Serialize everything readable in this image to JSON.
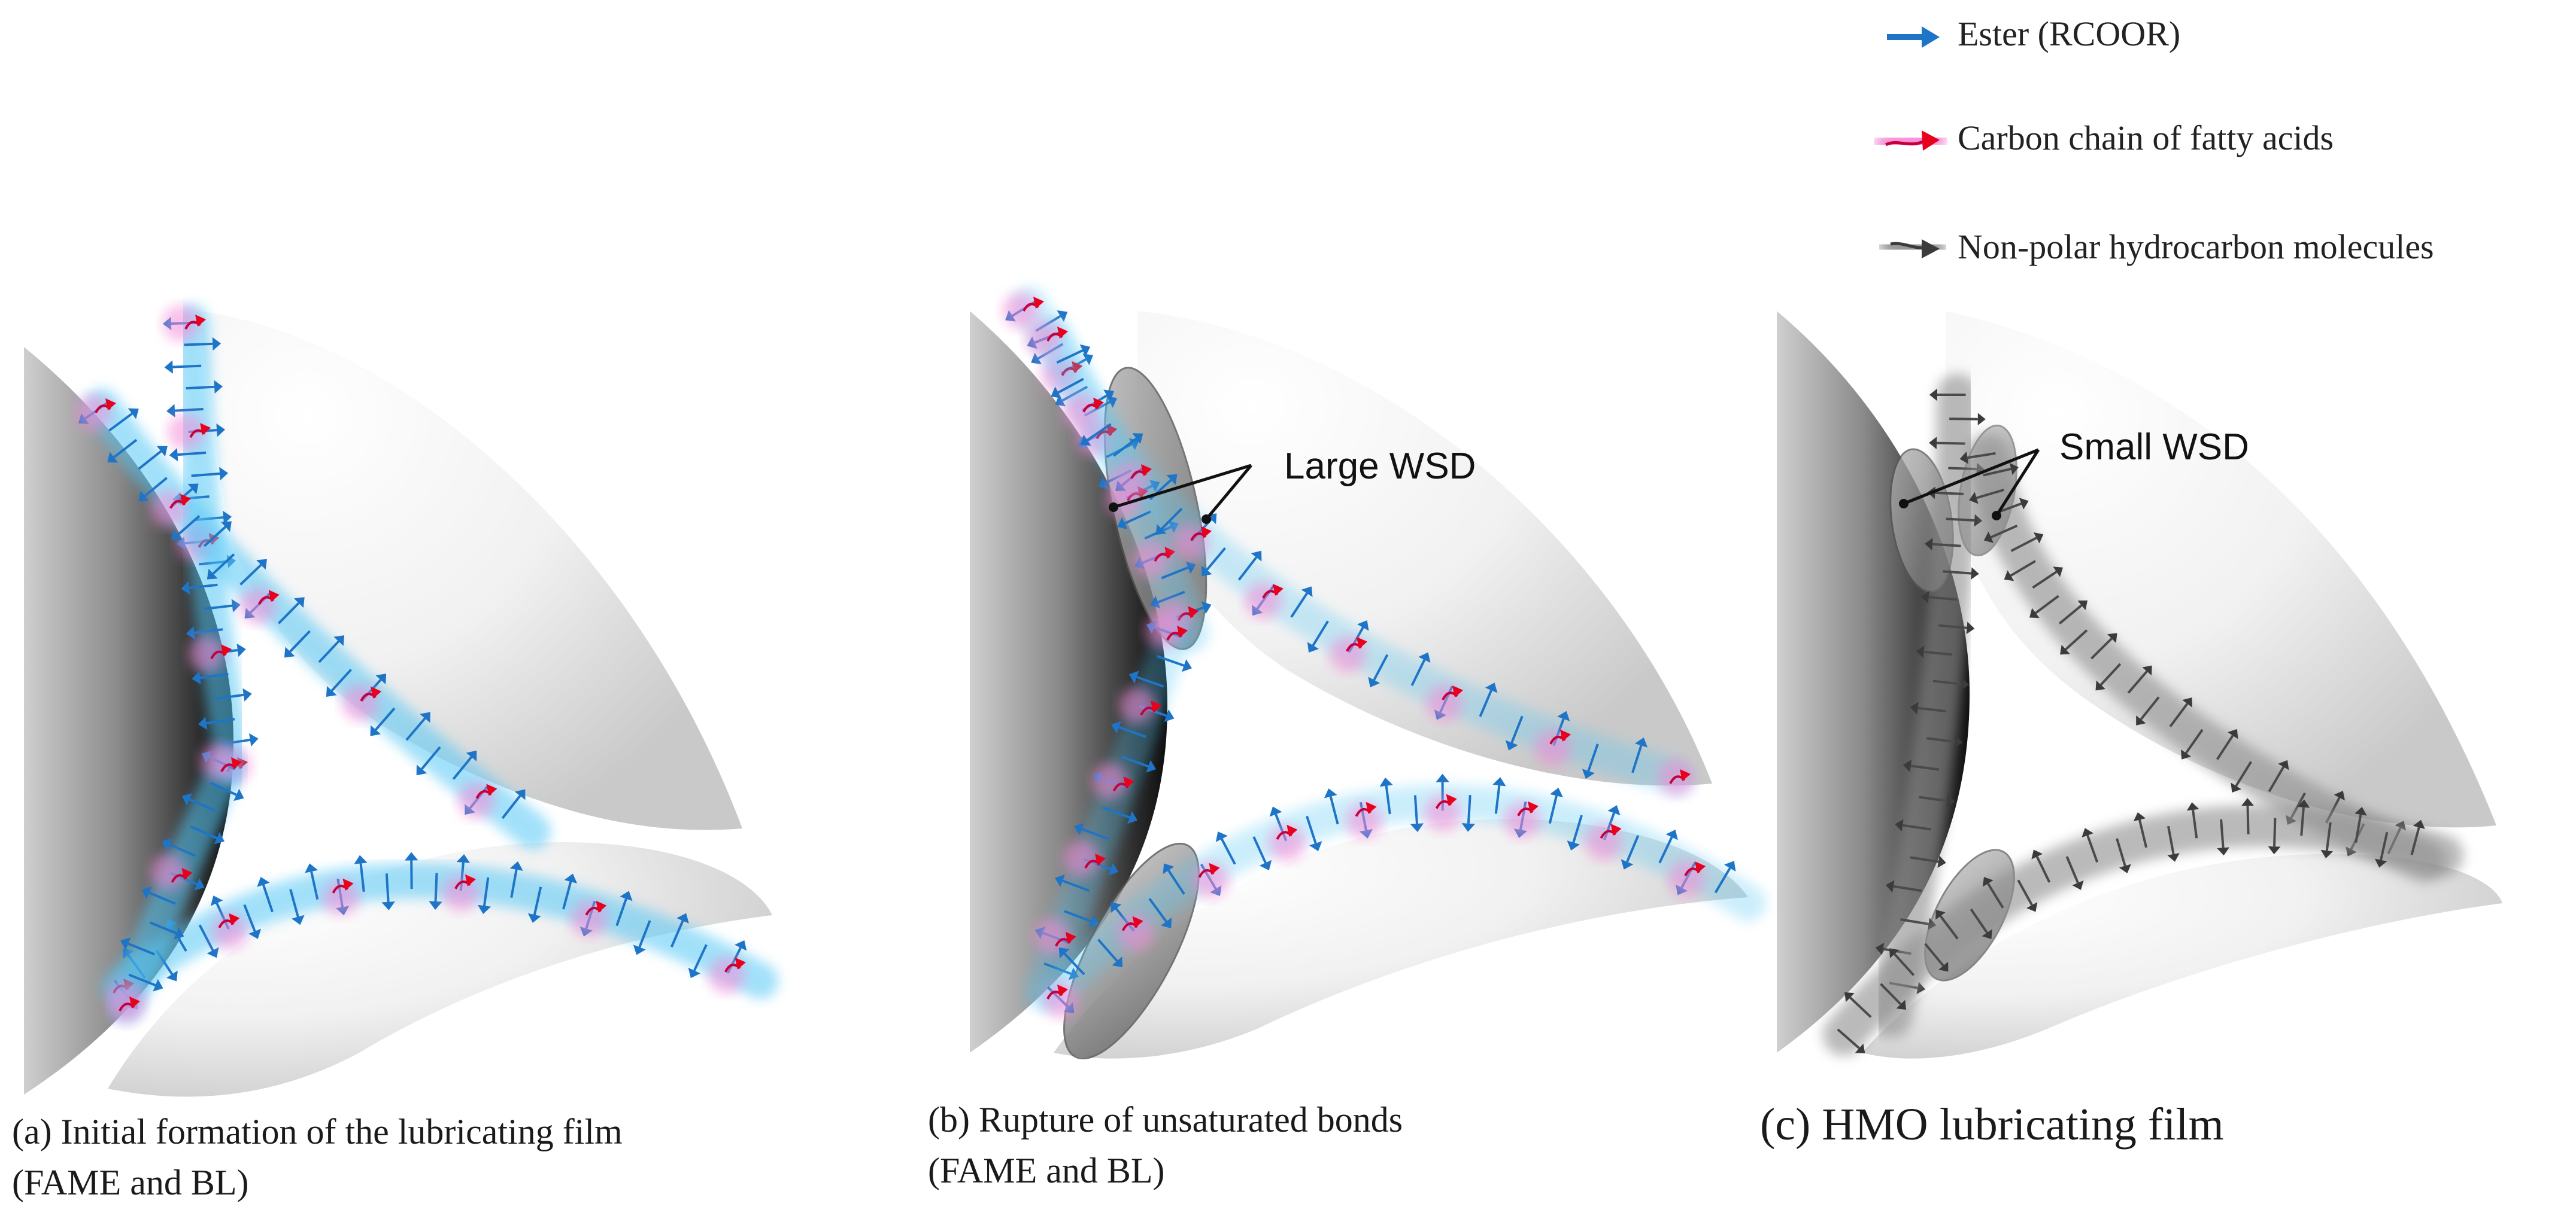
{
  "legend": {
    "items": [
      {
        "label": "Ester (RCOOR)",
        "icon": "blue-arrow-icon",
        "color": "#1e74c6",
        "glow": "#57c8f5"
      },
      {
        "label": "Carbon chain of fatty acids",
        "icon": "red-arrow-icon",
        "color": "#e8001d",
        "glow": "#f26bc6"
      },
      {
        "label": "Non-polar hydrocarbon molecules",
        "icon": "gray-arrow-icon",
        "color": "#3b3b3b",
        "glow": "#9a9a9a"
      }
    ]
  },
  "panels": [
    {
      "id": "a",
      "caption_line1": "(a)   Initial formation of the lubricating film",
      "caption_line2": "(FAME and BL)",
      "wsd_label": ""
    },
    {
      "id": "b",
      "caption_line1": "(b) Rupture of unsaturated bonds",
      "caption_line2": "(FAME and BL)",
      "wsd_label": "Large WSD"
    },
    {
      "id": "c",
      "caption_line1": "(c) HMO lubricating film",
      "caption_line2": "",
      "wsd_label": "Small WSD"
    }
  ],
  "colors": {
    "ester": "#1e74c6",
    "ester_glow": "#57c8f5",
    "carbon_chain": "#e8001d",
    "carbon_glow": "#f48ad6",
    "hydrocarbon": "#3b3b3b",
    "hydrocarbon_glow": "#8d8d8d"
  }
}
